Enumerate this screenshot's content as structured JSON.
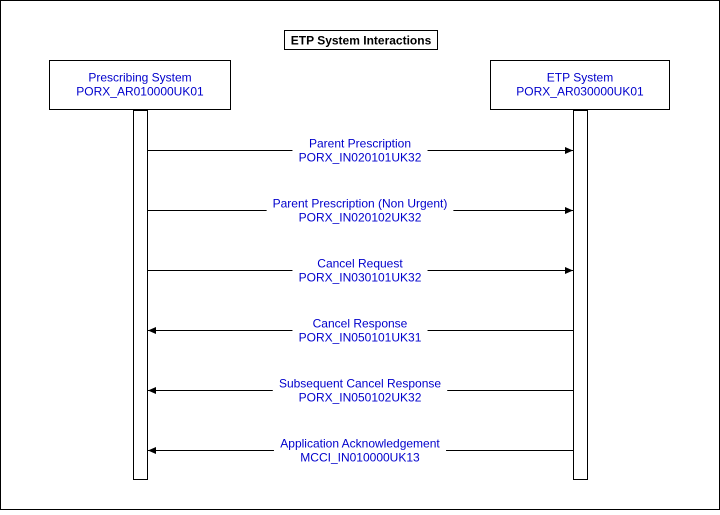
{
  "title": "ETP System Interactions",
  "participants": [
    {
      "id": "prescribing",
      "name": "Prescribing System",
      "code": "PORX_AR010000UK01"
    },
    {
      "id": "etp",
      "name": "ETP System",
      "code": "PORX_AR030000UK01"
    }
  ],
  "messages": [
    {
      "label": "Parent Prescription",
      "code": "PORX_IN020101UK32",
      "from": "prescribing",
      "to": "etp"
    },
    {
      "label": "Parent Prescription (Non Urgent)",
      "code": "PORX_IN020102UK32",
      "from": "prescribing",
      "to": "etp"
    },
    {
      "label": "Cancel Request",
      "code": "PORX_IN030101UK32",
      "from": "prescribing",
      "to": "etp"
    },
    {
      "label": "Cancel Response",
      "code": "PORX_IN050101UK31",
      "from": "etp",
      "to": "prescribing"
    },
    {
      "label": "Subsequent Cancel Response",
      "code": "PORX_IN050102UK32",
      "from": "etp",
      "to": "prescribing"
    },
    {
      "label": "Application Acknowledgement",
      "code": "MCCI_IN010000UK13",
      "from": "etp",
      "to": "prescribing"
    }
  ],
  "colors": {
    "text": "#0000cc",
    "line": "#000000",
    "background": "#ffffff"
  }
}
